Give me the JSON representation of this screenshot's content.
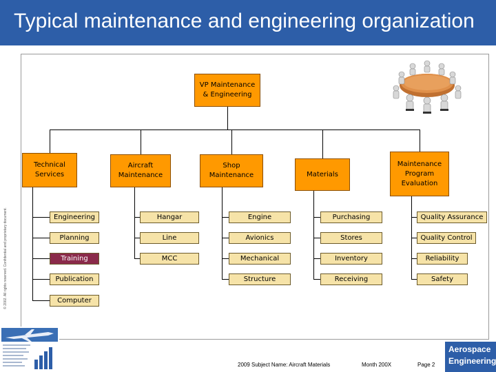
{
  "header": {
    "title": "Typical maintenance and engineering organization"
  },
  "org": {
    "top": "VP Maintenance\n& Engineering",
    "managers": [
      "Technical\nServices",
      "Aircraft\nMaintenance",
      "Shop\nMaintenance",
      "Materials",
      "Maintenance\nProgram\nEvaluation"
    ],
    "col1": [
      "Engineering",
      "Planning",
      "Training",
      "Publication",
      "Computer"
    ],
    "col2": [
      "Hangar",
      "Line",
      "MCC"
    ],
    "col3": [
      "Engine",
      "Avionics",
      "Mechanical",
      "Structure"
    ],
    "col4": [
      "Purchasing",
      "Stores",
      "Inventory",
      "Receiving"
    ],
    "col5": [
      "Quality Assurance",
      "Quality Control",
      "Reliability",
      "Safety"
    ]
  },
  "side_note": "© 2002. All rights reserved. Confidential and proprietary document.",
  "footer": {
    "subject": "2009 Subject Name: Aircraft Materials",
    "month": "Month 200X",
    "page": "Page 2",
    "brand_line1": "Aerospace",
    "brand_line2": "Engineering"
  },
  "colors": {
    "title_bar": "#2d5ea8",
    "manager_box": "#ff9900",
    "sub_box": "#f6e3a8",
    "highlight_box": "#8a2a4a"
  }
}
